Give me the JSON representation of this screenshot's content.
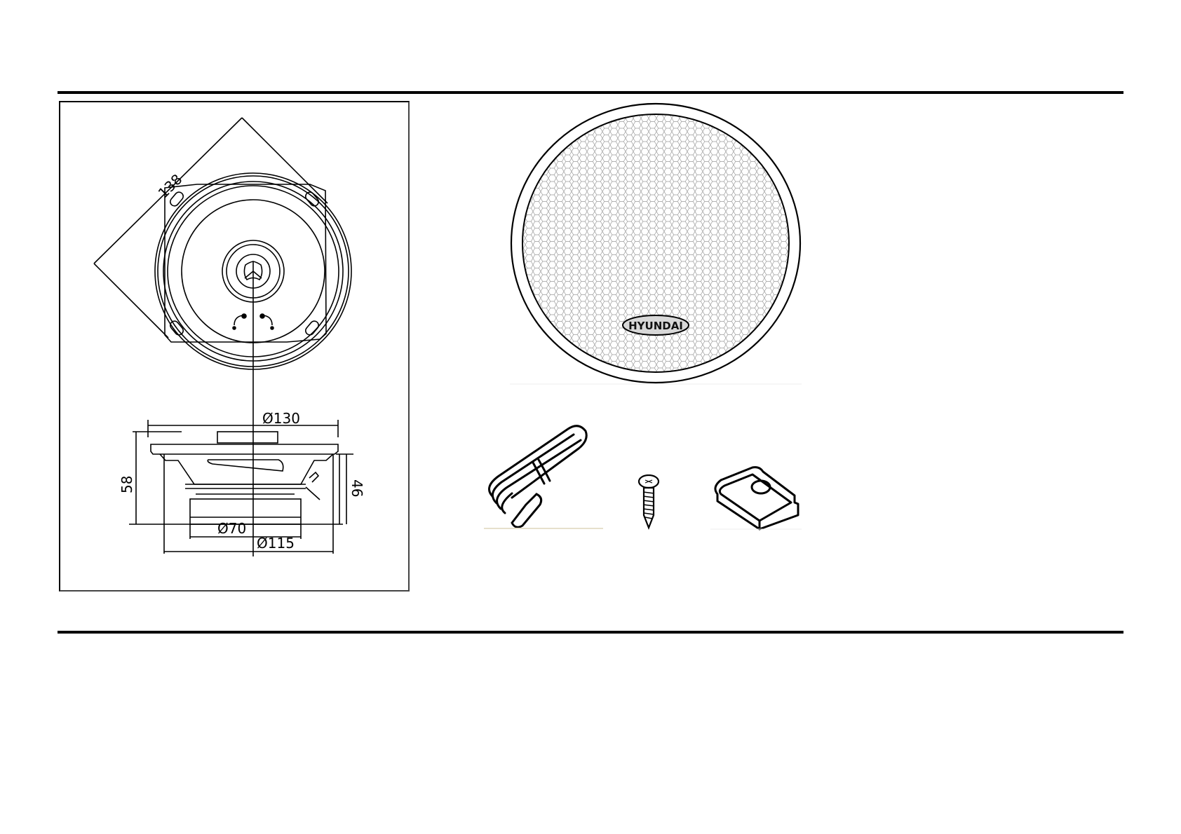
{
  "page": {
    "background": "#ffffff",
    "rule_color": "#000000"
  },
  "drawing": {
    "title": "speaker-dimension-drawing",
    "dimensions": {
      "diagonal": "138",
      "outer_diameter": "Ø130",
      "mount_diameter": "Ø115",
      "magnet_diameter": "Ø70",
      "total_depth": "58",
      "mount_depth": "46"
    }
  },
  "grille": {
    "brand_label": "HYUNDAI",
    "badge_fill": "#d8d8d8",
    "mesh_color": "#9a9a9a"
  },
  "accessories": {
    "items": [
      {
        "name": "speaker-cable"
      },
      {
        "name": "mounting-screw"
      },
      {
        "name": "speed-nut-clip"
      }
    ]
  }
}
